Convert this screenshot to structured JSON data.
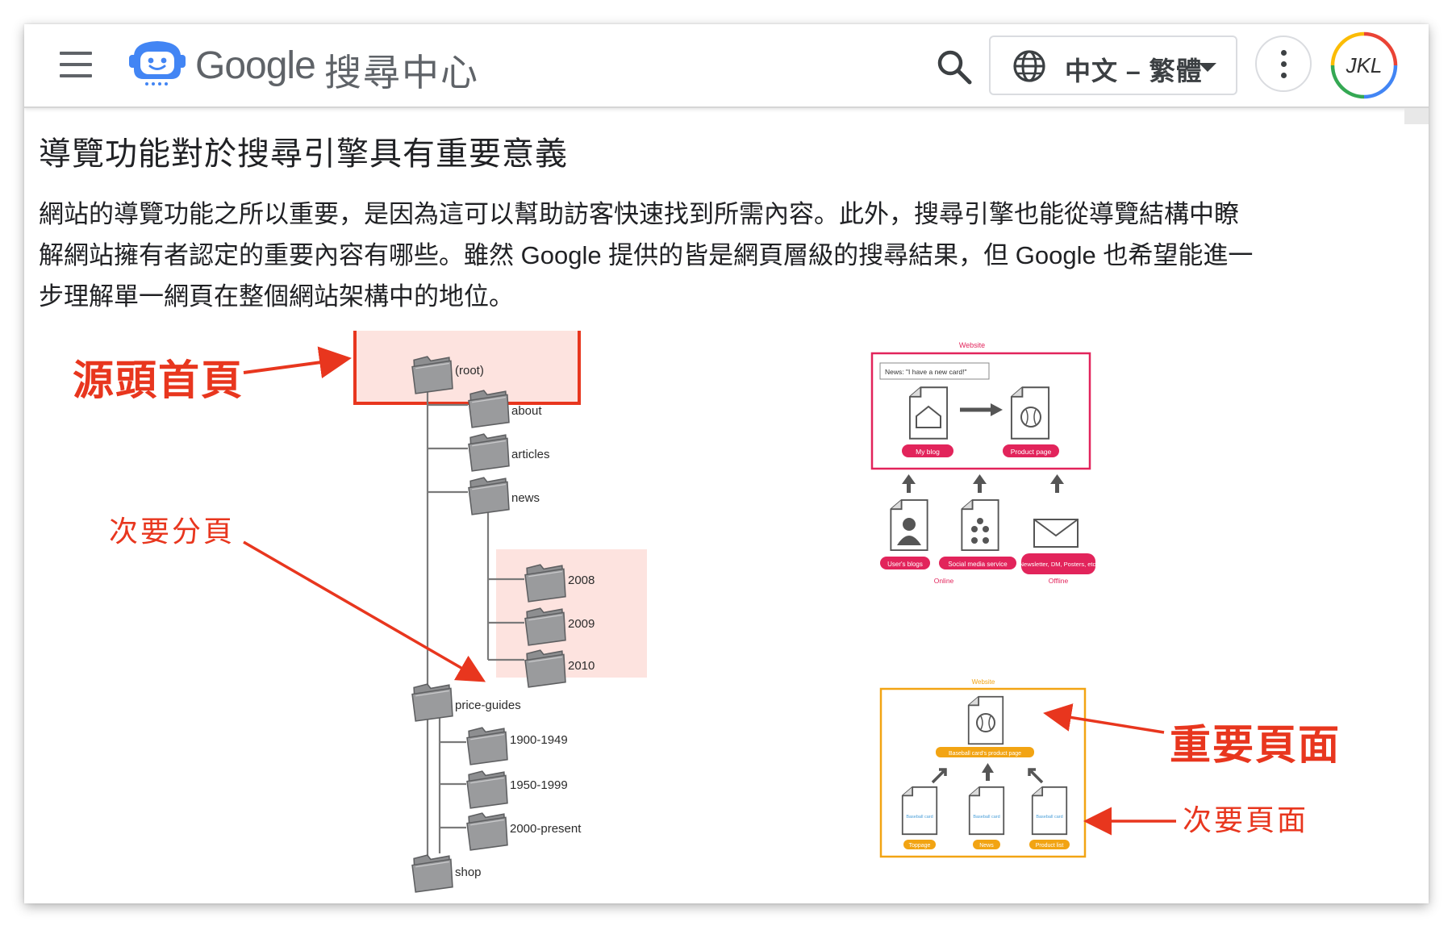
{
  "header": {
    "menu_icon": "hamburger-menu-icon",
    "logo_icon": "search-central-mascot-icon",
    "logo_google": "Google",
    "logo_subtitle": "搜尋中心",
    "search_icon": "search-icon",
    "language": {
      "icon": "globe-icon",
      "label": "中文 – 繁體",
      "caret_icon": "caret-down-icon"
    },
    "more_icon": "more-vert-icon",
    "avatar_text": "JKL"
  },
  "article": {
    "heading": "導覽功能對於搜尋引擎具有重要意義",
    "paragraph_lines": [
      "網站的導覽功能之所以重要，是因為這可以幫助訪客快速找到所需內容。此外，搜尋引擎也能從導覽結構中瞭",
      "解網站擁有者認定的重要內容有哪些。雖然 Google 提供的皆是網頁層級的搜尋結果，但 Google 也希望能進一",
      "步理解單一網頁在整個網站架構中的地位。"
    ]
  },
  "annotations": {
    "root_page": "源頭首頁",
    "sub_pages": "次要分頁",
    "important_page": "重要頁面",
    "secondary_pages": "次要頁面"
  },
  "folder_tree": {
    "root": "(root)",
    "level1": [
      "about",
      "articles",
      "news",
      "price-guides",
      "shop"
    ],
    "news_children": [
      "2008",
      "2009",
      "2010"
    ],
    "price_guides_children": [
      "1900-1949",
      "1950-1999",
      "2000-present"
    ]
  },
  "diagram_top": {
    "title": "Website",
    "speech": "News: \"I have a new card!\"",
    "pages": [
      "My blog",
      "Product page"
    ],
    "sources": [
      "User's blogs",
      "Social media service",
      "Newsletter, DM, Posters, etc."
    ],
    "groups": [
      "Online",
      "Offline"
    ],
    "accent_color": "#e2245b"
  },
  "diagram_bottom": {
    "title": "Website",
    "main_page": "Baseball card's product page",
    "card_caption": "Baseball card",
    "pages": [
      "Toppage",
      "News",
      "Product list"
    ],
    "accent_color": "#f2a413"
  },
  "colors": {
    "annotation": "#e8361e",
    "highlight": "#fde3df",
    "text": "#202124"
  }
}
